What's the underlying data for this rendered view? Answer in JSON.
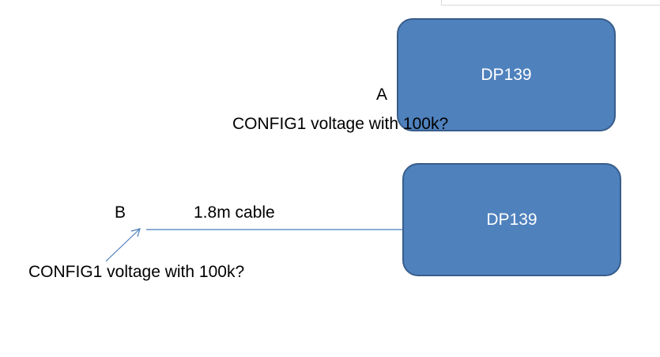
{
  "diagram": {
    "device_a": {
      "label": "DP139",
      "fill_color": "#4f81bd",
      "border_color": "#385d8a"
    },
    "device_b": {
      "label": "DP139",
      "fill_color": "#4f81bd",
      "border_color": "#385d8a"
    },
    "point_a_label": "A",
    "point_a_question": "CONFIG1 voltage with 100k?",
    "point_b_label": "B",
    "cable_label": "1.8m cable",
    "point_b_question": "CONFIG1 voltage with 100k?",
    "line_color": "#4a7ebb"
  }
}
